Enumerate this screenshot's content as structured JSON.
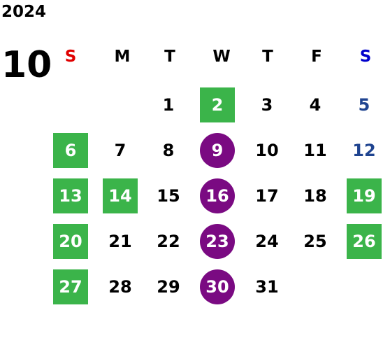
{
  "year": "2024",
  "month": "10",
  "weekdays": [
    "S",
    "M",
    "T",
    "W",
    "T",
    "F",
    "S"
  ],
  "colors": {
    "sunday_header": "#e00000",
    "saturday_header": "#0000cc",
    "saturday_day": "#1f4490",
    "green_highlight": "#3bb44a",
    "purple_highlight": "#7a0a82"
  },
  "days": [
    {
      "label": "1",
      "style": "plain"
    },
    {
      "label": "2",
      "style": "green"
    },
    {
      "label": "3",
      "style": "plain"
    },
    {
      "label": "4",
      "style": "plain"
    },
    {
      "label": "5",
      "style": "saturday"
    },
    {
      "label": "6",
      "style": "green"
    },
    {
      "label": "7",
      "style": "plain"
    },
    {
      "label": "8",
      "style": "plain"
    },
    {
      "label": "9",
      "style": "purple"
    },
    {
      "label": "10",
      "style": "plain"
    },
    {
      "label": "11",
      "style": "plain"
    },
    {
      "label": "12",
      "style": "saturday"
    },
    {
      "label": "13",
      "style": "green"
    },
    {
      "label": "14",
      "style": "green"
    },
    {
      "label": "15",
      "style": "plain"
    },
    {
      "label": "16",
      "style": "purple"
    },
    {
      "label": "17",
      "style": "plain"
    },
    {
      "label": "18",
      "style": "plain"
    },
    {
      "label": "19",
      "style": "green"
    },
    {
      "label": "20",
      "style": "green"
    },
    {
      "label": "21",
      "style": "plain"
    },
    {
      "label": "22",
      "style": "plain"
    },
    {
      "label": "23",
      "style": "purple"
    },
    {
      "label": "24",
      "style": "plain"
    },
    {
      "label": "25",
      "style": "plain"
    },
    {
      "label": "26",
      "style": "green"
    },
    {
      "label": "27",
      "style": "green"
    },
    {
      "label": "28",
      "style": "plain"
    },
    {
      "label": "29",
      "style": "plain"
    },
    {
      "label": "30",
      "style": "purple"
    },
    {
      "label": "31",
      "style": "plain"
    }
  ]
}
